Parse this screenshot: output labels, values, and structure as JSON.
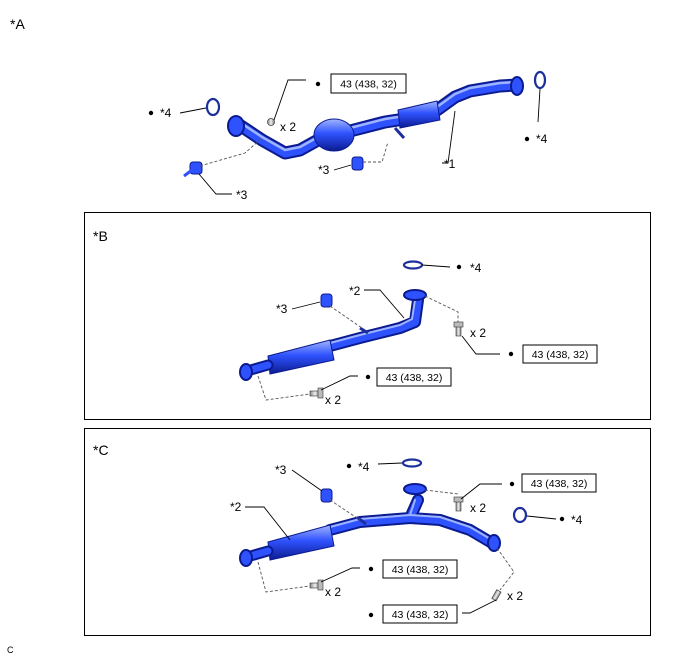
{
  "figure_code": "C",
  "panels": {
    "a": {
      "label": "*A",
      "main_part": "*1",
      "hanger": "*3",
      "gasket_front": "*4",
      "gasket_rear": "*4",
      "bolt_count": "x 2",
      "torque": "43 (438, 32)"
    },
    "b": {
      "label": "*B",
      "main_part": "*2",
      "hanger": "*3",
      "gasket": "*4",
      "bolt_count_top": "x 2",
      "torque_top": "43 (438, 32)",
      "bolt_count_bottom": "x 2",
      "torque_bottom": "43 (438, 32)"
    },
    "c": {
      "label": "*C",
      "main_part": "*2",
      "hanger": "*3",
      "gasket_front": "*4",
      "gasket_rear": "*4",
      "bolt_count_top": "x 2",
      "torque_top": "43 (438, 32)",
      "bolt_count_left": "x 2",
      "torque_left": "43 (438, 32)",
      "bolt_count_right": "x 2",
      "torque_right": "43 (438, 32)"
    }
  },
  "colors": {
    "pipe_dark": "#0b1b8f",
    "pipe_main": "#2f52ff",
    "pipe_highlight": "#9fb4ff"
  }
}
